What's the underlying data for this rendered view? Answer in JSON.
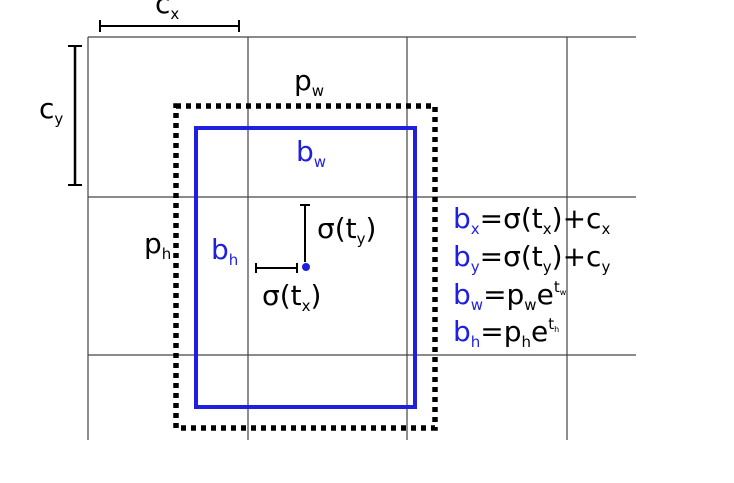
{
  "colors": {
    "grid": "#444444",
    "anchor_box": "#000000",
    "predicted_box": "#1f1fe0",
    "text": "#000000",
    "blue_text": "#1f1fe0"
  },
  "labels": {
    "cx": {
      "base": "c",
      "sub": "x"
    },
    "cy": {
      "base": "c",
      "sub": "y"
    },
    "pw": {
      "base": "p",
      "sub": "w"
    },
    "ph": {
      "base": "p",
      "sub": "h"
    },
    "bw": {
      "base": "b",
      "sub": "w"
    },
    "bh": {
      "base": "b",
      "sub": "h"
    },
    "sigma_ty": {
      "pre": "σ(t",
      "sub": "y",
      "post": ")"
    },
    "sigma_tx": {
      "pre": "σ(t",
      "sub": "x",
      "post": ")"
    }
  },
  "equations": [
    {
      "lhs": "b",
      "lhs_sub": "x",
      "rhs_pre": "=σ(t",
      "rhs_sub": "x",
      "rhs_mid": ")+c",
      "rhs_sub2": "x"
    },
    {
      "lhs": "b",
      "lhs_sub": "y",
      "rhs_pre": "=σ(t",
      "rhs_sub": "y",
      "rhs_mid": ")+c",
      "rhs_sub2": "y"
    },
    {
      "lhs": "b",
      "lhs_sub": "w",
      "rhs_pre": "=p",
      "rhs_sub": "w",
      "rhs_mid": "e",
      "rhs_sup": "t",
      "rhs_sup_sub": "w"
    },
    {
      "lhs": "b",
      "lhs_sub": "h",
      "rhs_pre": "=p",
      "rhs_sub": "h",
      "rhs_mid": "e",
      "rhs_sup": "t",
      "rhs_sup_sub": "h"
    }
  ]
}
